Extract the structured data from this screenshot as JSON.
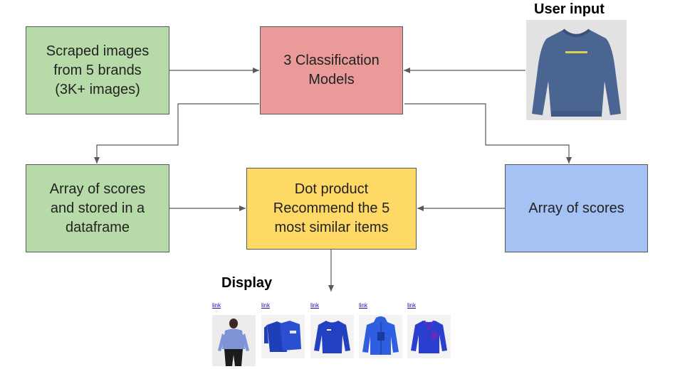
{
  "diagram": {
    "boxes": {
      "scraped": [
        "Scraped images",
        "from 5 brands",
        "(3K+ images)"
      ],
      "classification": [
        "3 Classification",
        "Models"
      ],
      "array_df": [
        "Array of scores",
        "and stored in a",
        "dataframe"
      ],
      "dot_product": [
        "Dot product",
        "Recommend the 5",
        "most similar items"
      ],
      "array_scores": [
        "Array of scores"
      ]
    },
    "labels": {
      "user_input": "User input",
      "display": "Display"
    },
    "results": [
      {
        "link": "link",
        "product": "woman in blue sweater"
      },
      {
        "link": "link",
        "product": "blue long-sleeve tees"
      },
      {
        "link": "link",
        "product": "blue crewneck sweater"
      },
      {
        "link": "link",
        "product": "blue hooded jacket"
      },
      {
        "link": "link",
        "product": "blue fleece pullover"
      }
    ],
    "colors": {
      "green": "#b7dba8",
      "red": "#ea9a99",
      "yellow": "#fed966",
      "blue": "#a5c2f4",
      "arrow": "#595959",
      "product_blue": "#2544c8"
    }
  }
}
